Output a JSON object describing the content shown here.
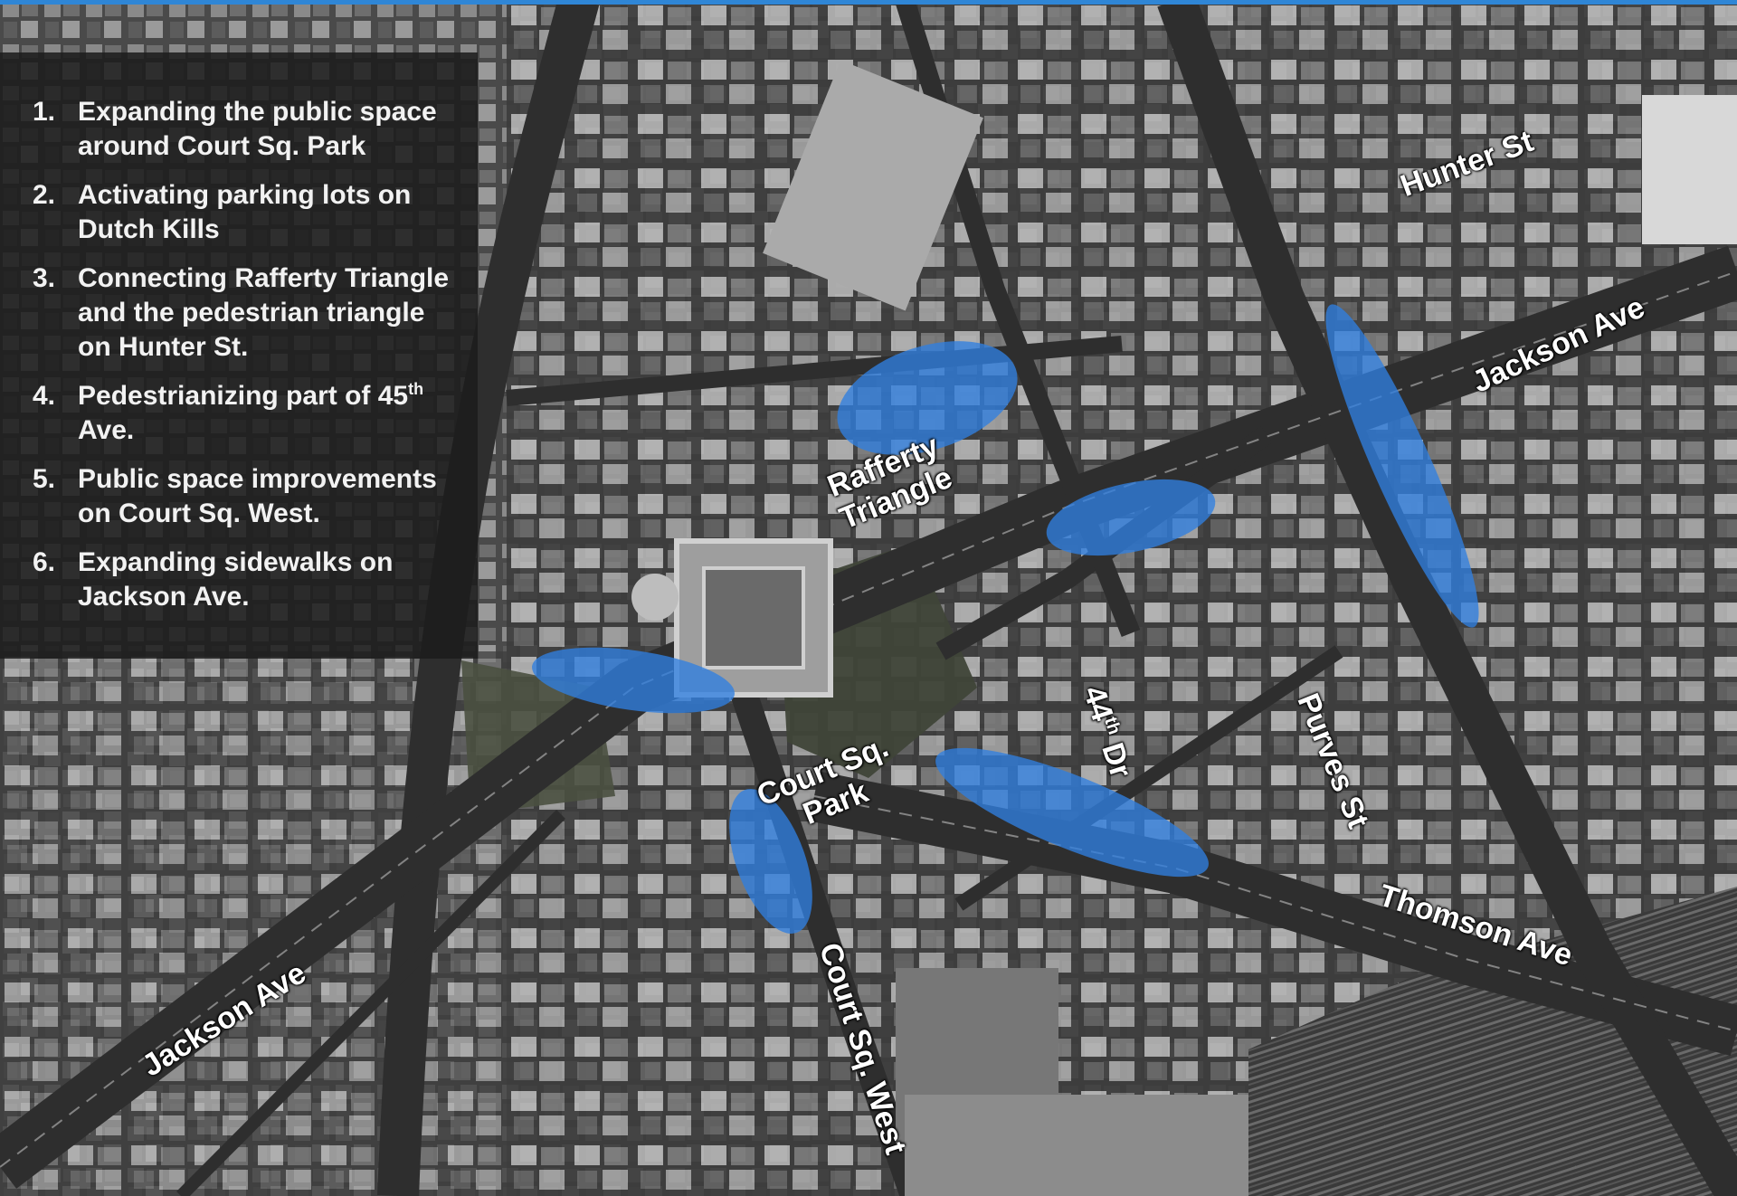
{
  "legend": {
    "items": [
      {
        "num": "1.",
        "text": "Expanding the public space around Court Sq. Park"
      },
      {
        "num": "2.",
        "text": "Activating parking lots on Dutch Kills"
      },
      {
        "num": "3.",
        "text": "Connecting Rafferty Triangle and the pedestrian triangle on Hunter St."
      },
      {
        "num": "4.",
        "text_before": "Pedestrianizing part of 45",
        "sup": "th",
        "text_after": " Ave."
      },
      {
        "num": "5.",
        "text": "Public space improvements on Court Sq. West."
      },
      {
        "num": "6.",
        "text": "Expanding sidewalks on Jackson Ave."
      }
    ]
  },
  "labels": {
    "hunter_st": "Hunter St",
    "jackson_ave_ne": "Jackson Ave",
    "rafferty_1": "Rafferty",
    "rafferty_2": "Triangle",
    "court_sq_park_1": "Court Sq.",
    "court_sq_park_2": "Park",
    "dr_44_num": "44",
    "dr_44_sup": "th",
    "dr_44_suffix": " Dr",
    "purves_st": "Purves St",
    "thomson_ave": "Thomson Ave",
    "court_sq_west": "Court Sq. West",
    "jackson_ave_sw": "Jackson Ave"
  },
  "colors": {
    "highlight": "#2f7fe0",
    "accent_bar": "#2f86d6"
  }
}
